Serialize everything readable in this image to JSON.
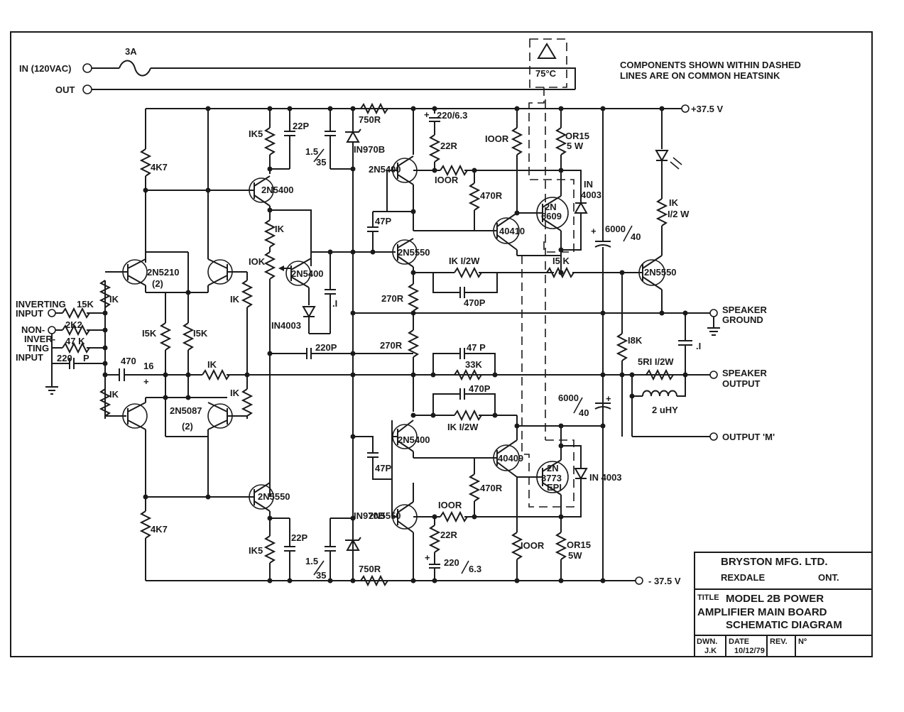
{
  "io": {
    "in_label": "IN (120VAC)",
    "out_label": "OUT",
    "fuse": "3A",
    "thermal_switch": "75°C",
    "supply_pos": "+37.5 V",
    "supply_neg": "- 37.5 V"
  },
  "note": {
    "line1": "COMPONENTS SHOWN WITHIN DASHED",
    "line2": "LINES ARE ON COMMON HEATSINK"
  },
  "inputs": {
    "inv1": "INVERTING",
    "inv2": "INPUT",
    "non1": "NON-",
    "non2": "INVER-",
    "non3": "TING",
    "non4": "INPUT"
  },
  "outputs": {
    "spk_gnd1": "SPEAKER",
    "spk_gnd2": "GROUND",
    "spk_out1": "SPEAKER",
    "spk_out2": "OUTPUT",
    "out_m": "OUTPUT 'M'"
  },
  "transistors": {
    "q_2n5210": "2N5210",
    "q_2n5210_qty": "(2)",
    "q_2n5087": "2N5087",
    "q_2n5087_qty": "(2)",
    "q_2n5400_top": "2N5400",
    "q_2n5400_mid": "2N5400",
    "q_2n5550_bot": "2N5550",
    "q_2n5400_drv_top": "2N5400",
    "q_2n5550_vas_top": "2N5550",
    "q_2n5400_vas_bot": "2N5400",
    "q_2n5550_drv_bot": "2N5550",
    "q_40410": "40410",
    "q_40409": "40409",
    "q_2n6609_a": "2N",
    "q_2n6609_b": "6609",
    "q_2n3773_a": "2N",
    "q_2n3773_b": "3773",
    "q_2n3773_c": "EPI",
    "q_2n5550_right": "2N5550"
  },
  "resistors": {
    "r_4k7_top": "4K7",
    "r_4k7_bot": "4K7",
    "r_1k5_top": "IK5",
    "r_1k5_bot": "IK5",
    "r_1k_a": "IK",
    "r_1k_b": "IK",
    "r_1k_c": "IK",
    "r_1k_d": "IK",
    "r_1k_mid": "IK",
    "r_1k_e": "IK",
    "r_10k": "IOK",
    "r_15k_in": "15K",
    "r_15k_a": "I5K",
    "r_15k_b": "I5K",
    "r_2k2": "2K2",
    "r_47k": "47 K",
    "r_750r_top": "750R",
    "r_750r_bot": "750R",
    "r_22r_top": "22R",
    "r_22r_bot": "22R",
    "r_100r_a": "IOOR",
    "r_100r_b": "IOOR",
    "r_100r_c": "IOOR",
    "r_100r_d": "IOOR",
    "r_470r_top": "470R",
    "r_470r_bot": "470R",
    "r_270r_a": "270R",
    "r_270r_b": "270R",
    "r_1k_half_top": "IK  I/2W",
    "r_1k_half_bot": "IK  I/2W",
    "r_33k": "33K",
    "r_15k_fb": "I5 K",
    "r_18k": "I8K",
    "r_0r15_top1": "OR15",
    "r_0r15_top2": "5 W",
    "r_0r15_bot1": "OR15",
    "r_0r15_bot2": "5W",
    "r_1k_led1": "IK",
    "r_1k_led2": "I/2 W",
    "r_5r1": "5RI  I/2W"
  },
  "capacitors": {
    "c_22p_top": "22P",
    "c_22p_bot": "22P",
    "c_1_5_top": "1.5",
    "c_35_top": "35",
    "c_1_5_bot": "1.5",
    "c_35_bot": "35",
    "c_220_top": "220/6.3",
    "c_220_bot": "220",
    "c_63_bot": "6.3",
    "c_47p_a": "47P",
    "c_47p_b": "47P",
    "c_47p_c": "47 P",
    "c_470p_a": "470P",
    "c_470p_b": "470P",
    "c_dot1_a": ".I",
    "c_dot1_b": ".I",
    "c_220p": "220P",
    "c_220p_in": "220",
    "c_220p_in_unit": "P",
    "c_470_16a": "470",
    "c_470_16b": "16",
    "c_6000_top_a": "6000",
    "c_6000_top_b": "40",
    "c_6000_bot_a": "6000",
    "c_6000_bot_b": "40"
  },
  "diodes": {
    "d_1n970b_top": "IN970B",
    "d_1n970b_bot": "IN970B",
    "d_1n4003_mid": "IN4003",
    "d_1n4003_top1": "IN",
    "d_1n4003_top2": "4003",
    "d_1n4003_bot": "IN 4003"
  },
  "inductor": {
    "l_2uhy": "2 uHY"
  },
  "title_block": {
    "company": "BRYSTON  MFG. LTD.",
    "city": "REXDALE",
    "province": "ONT.",
    "title_tag": "TITLE",
    "title1": "MODEL 2B  POWER",
    "title2": "AMPLIFIER MAIN BOARD",
    "title3": "SCHEMATIC DIAGRAM",
    "dwn_tag": "DWN.",
    "dwn_val": "J.K",
    "date_tag": "DATE",
    "date_val": "10/12/79",
    "rev_tag": "REV.",
    "no_tag": "Nº"
  }
}
